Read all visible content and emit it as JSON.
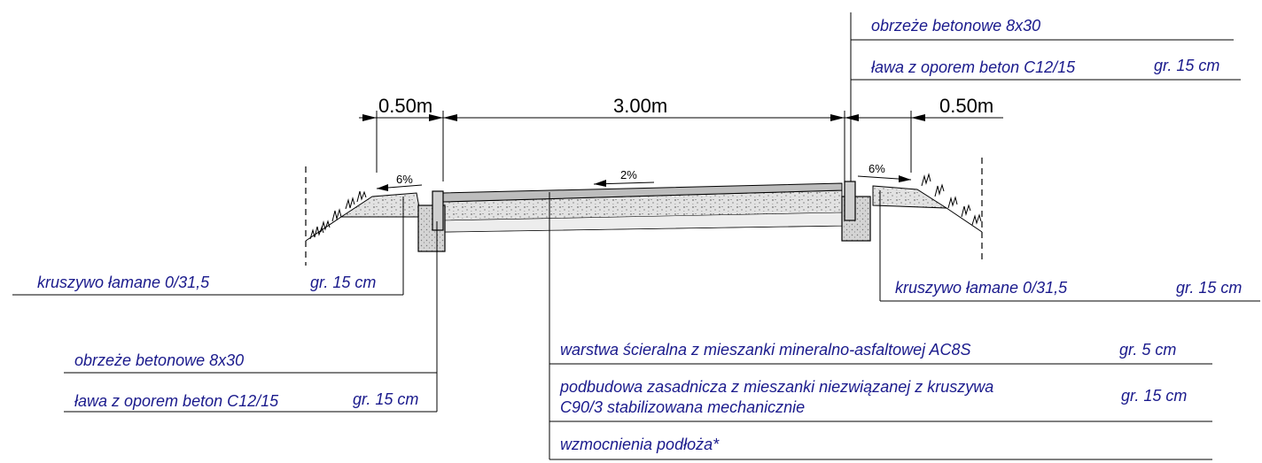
{
  "dimensions": {
    "left_shoulder": "0.50m",
    "path_width": "3.00m",
    "right_shoulder": "0.50m"
  },
  "slopes": {
    "left": "6%",
    "center": "2%",
    "right": "6%"
  },
  "labels": {
    "top_right_kerb": "obrzeże betonowe 8x30",
    "top_right_bench": "ława z oporem beton C12/15",
    "top_right_bench_thickness": "gr. 15 cm",
    "left_aggregate": "kruszywo łamane 0/31,5",
    "left_aggregate_thickness": "gr. 15 cm",
    "right_aggregate": "kruszywo łamane 0/31,5",
    "right_aggregate_thickness": "gr. 15 cm",
    "bottom_left_kerb": "obrzeże betonowe 8x30",
    "bottom_left_bench": "ława z oporem beton C12/15",
    "bottom_left_bench_thickness": "gr. 15 cm",
    "wearing_course": "warstwa ścieralna z mieszanki mineralno-asfaltowej AC8S",
    "wearing_course_thickness": "gr.   5 cm",
    "base_course_line1": "podbudowa zasadnicza z mieszanki niezwiązanej z kruszywa",
    "base_course_line2": "C90/3 stabilizowana mechanicznie",
    "base_course_thickness": "gr. 15 cm",
    "subgrade": "wzmocnienia podłoża*"
  },
  "colors": {
    "label_text": "#1a1a8c",
    "line": "#000000",
    "aggregate_fill": "#d9d9d9",
    "base_fill": "#ececec",
    "kerb_fill": "#cfcfcf"
  }
}
